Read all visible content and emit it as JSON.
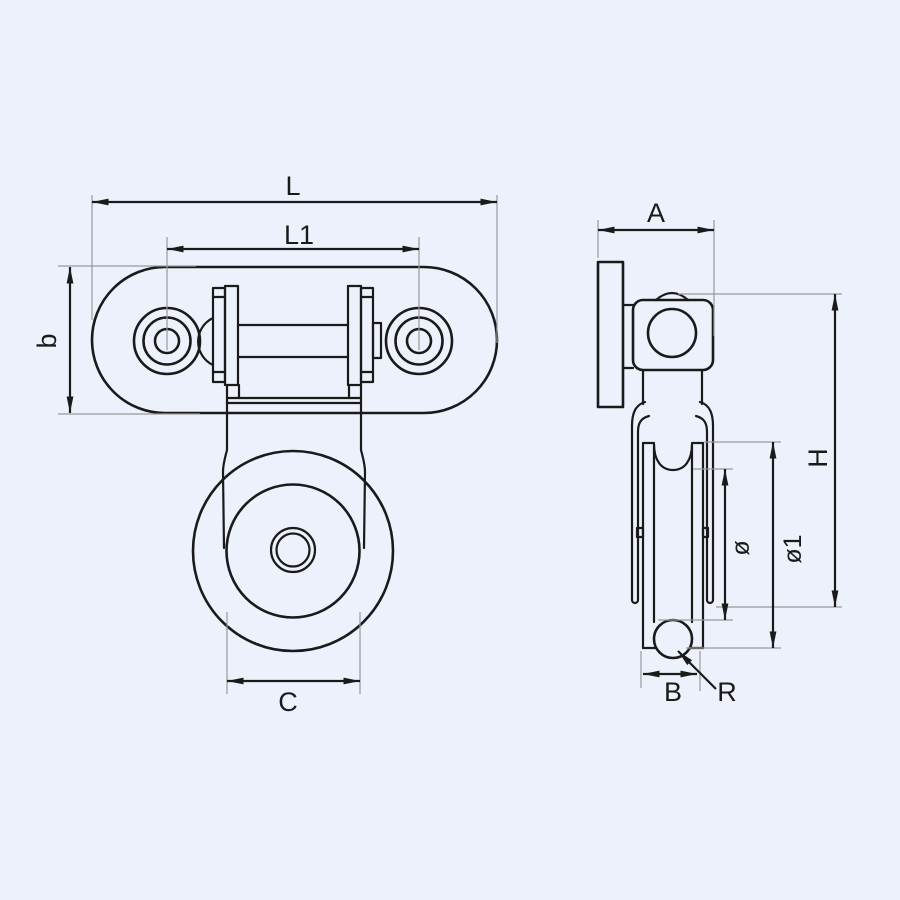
{
  "colors": {
    "background": "#edf1fb",
    "outline": "#1a1a1a",
    "extension_line": "#999999"
  },
  "labels": {
    "L": "L",
    "L1": "L1",
    "b": "b",
    "C": "C",
    "A": "A",
    "H": "H",
    "dia": "ø",
    "dia1": "ø1",
    "B": "B",
    "R": "R"
  }
}
